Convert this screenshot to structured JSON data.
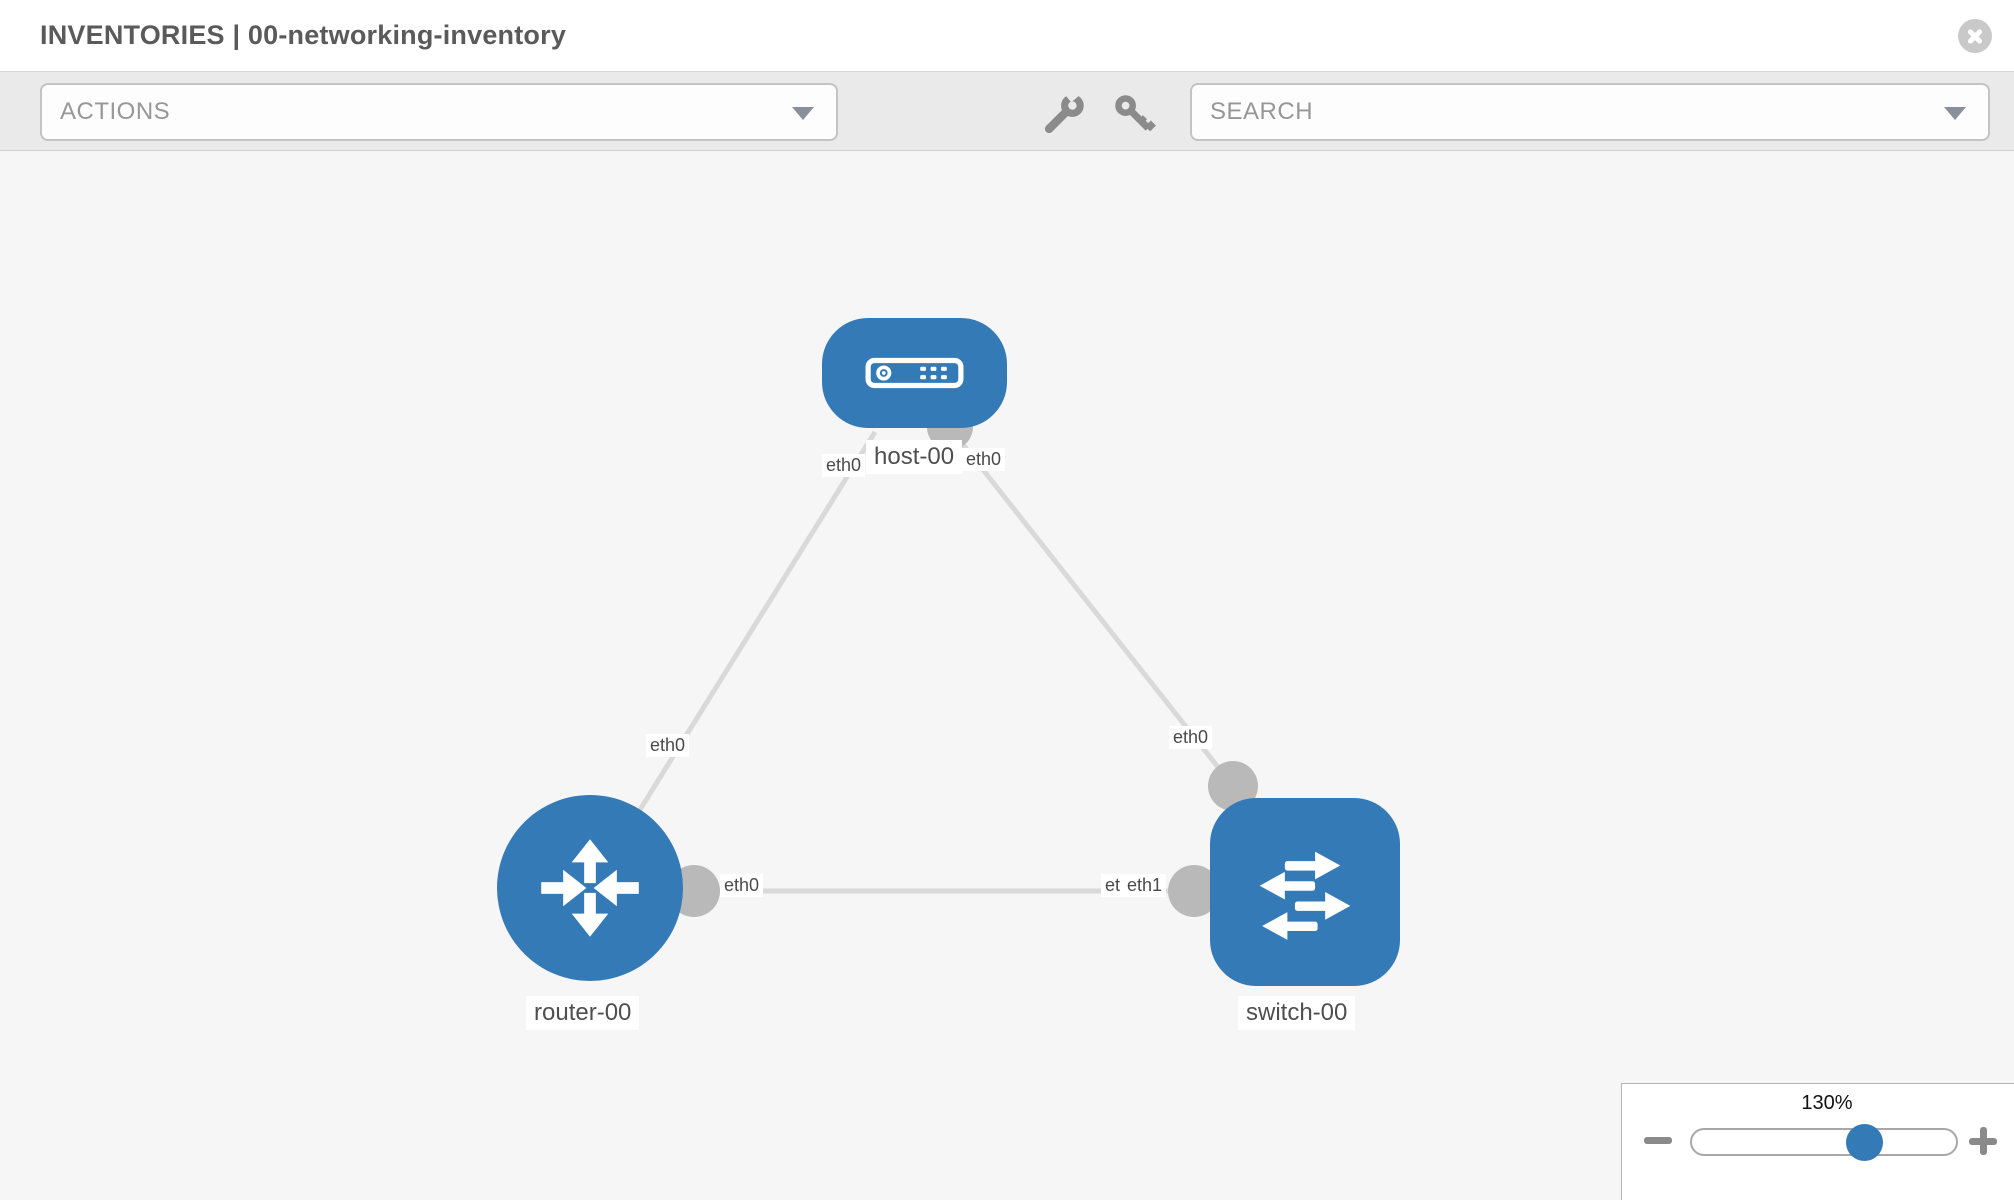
{
  "header": {
    "title": "INVENTORIES | 00-networking-inventory"
  },
  "toolbar": {
    "actions_label": "ACTIONS",
    "search_label": "SEARCH"
  },
  "icons": {
    "close": "close-icon",
    "actions_chevron": "chevron-down-icon",
    "search_chevron": "chevron-down-icon",
    "wrench": "wrench-icon",
    "key": "key-icon",
    "zoom_out": "minus-icon",
    "zoom_in": "plus-icon"
  },
  "topology": {
    "nodes": [
      {
        "label": "host-00",
        "type": "host"
      },
      {
        "label": "router-00",
        "type": "router"
      },
      {
        "label": "switch-00",
        "type": "switch"
      }
    ],
    "links": [
      {
        "from": "host-00",
        "to": "router-00"
      },
      {
        "from": "host-00",
        "to": "switch-00"
      },
      {
        "from": "router-00",
        "to": "switch-00"
      }
    ],
    "iface_labels": [
      {
        "text": "eth0"
      },
      {
        "text": "eth0"
      },
      {
        "text": "eth0"
      },
      {
        "text": "eth0"
      },
      {
        "text": "eth0"
      },
      {
        "text": "et"
      },
      {
        "text": "eth1"
      }
    ]
  },
  "zoom_panel": {
    "level": "130%"
  },
  "colors": {
    "node_blue": "#337ab7",
    "link_gray": "#d9d9d9",
    "connector_gray": "#b9b9b9"
  }
}
